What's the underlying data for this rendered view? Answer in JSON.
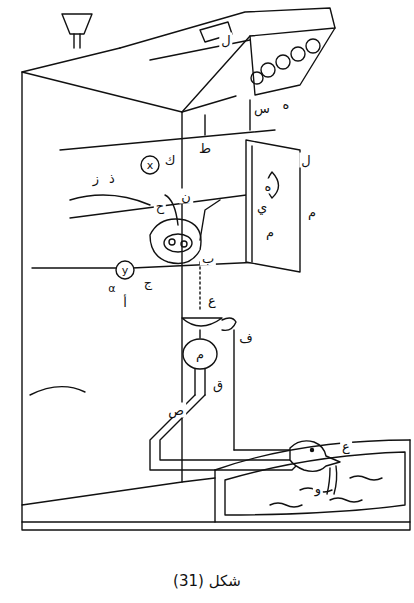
{
  "diagram": {
    "caption": "شكل (31)",
    "labels": [
      "ل",
      "س",
      "ه",
      "ط",
      "ك",
      "ل",
      "ه",
      "ي",
      "م",
      "م",
      "ذ",
      "ز",
      "ح",
      "ب",
      "ج",
      "أ",
      "ع",
      "ن",
      "ف",
      "م",
      "ق",
      "ص",
      "و",
      "ع",
      "x",
      "y",
      "α"
    ]
  }
}
